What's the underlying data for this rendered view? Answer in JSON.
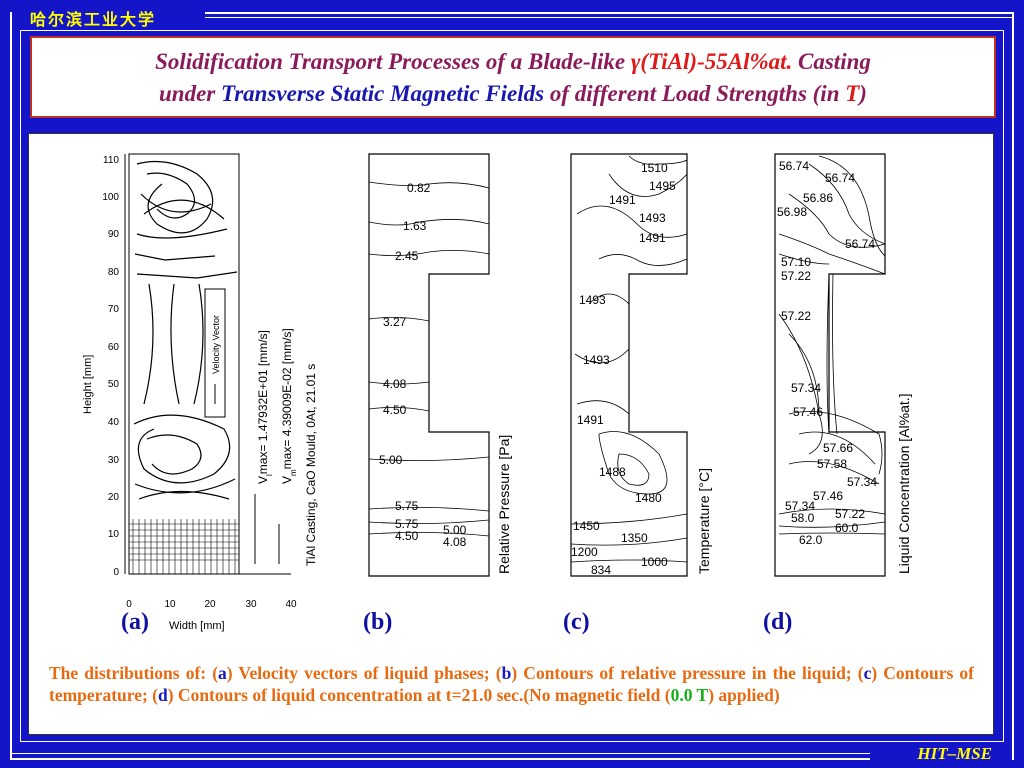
{
  "header": {
    "logo": "哈尔滨工业大学"
  },
  "title": {
    "line1_a": "Solidification Transport Processes of a Blade-like ",
    "line1_b": "γ(TiAl)-55Al%at.",
    "line1_c": " Casting",
    "line2_a": "under  ",
    "line2_b": "Transverse Static Magnetic Fields",
    "line2_c": " of different Load Strengths (in ",
    "line2_d": "T",
    "line2_e": ")"
  },
  "panels": {
    "a": {
      "label": "(a)",
      "y_axis_label": "Height  [mm]",
      "x_axis_label": "Width  [mm]",
      "y_ticks": [
        "0",
        "10",
        "20",
        "30",
        "40",
        "50",
        "60",
        "70",
        "80",
        "90",
        "100",
        "110"
      ],
      "x_ticks": [
        "0",
        "10",
        "20",
        "30",
        "40"
      ],
      "legend_box": "Velocity Vector",
      "vmax1": "V",
      "vmax1_sub": "l",
      "vmax1_val": "max=  1.47932E+01  [mm/s]",
      "vmax2": "V",
      "vmax2_sub": "m",
      "vmax2_val": "max=  4.39009E-02  [mm/s]",
      "casting_info": "TiAl Casting, CaO Mould, 0At, 21.01 s"
    },
    "b": {
      "label": "(b)",
      "axis_title": "Relative Pressure  [Pa]",
      "contour_labels": [
        "0.82",
        "1.63",
        "2.45",
        "3.27",
        "4.08",
        "4.50",
        "5.00",
        "5.75",
        "5.75",
        "4.50",
        "5.00",
        "4.08"
      ]
    },
    "c": {
      "label": "(c)",
      "axis_title": "Temperature  [°C]",
      "contour_labels": [
        "1510",
        "1495",
        "1491",
        "1493",
        "1491",
        "1493",
        "1493",
        "1491",
        "1488",
        "1480",
        "1450",
        "1350",
        "1200",
        "1000",
        "834"
      ]
    },
    "d": {
      "label": "(d)",
      "axis_title": "Liquid Concentration  [Al%at.]",
      "contour_labels": [
        "56.74",
        "56.74",
        "56.86",
        "56.98",
        "56.74",
        "57.10",
        "57.22",
        "57.22",
        "57.34",
        "57.46",
        "57.66",
        "57.58",
        "57.34",
        "57.46",
        "57.34",
        "58.0",
        "57.22",
        "60.0",
        "62.0"
      ]
    }
  },
  "caption": {
    "p1": "The distributions of: (",
    "a": "a",
    "p2": ") Velocity vectors of liquid phases; (",
    "b": "b",
    "p3": ") Contours of relative pressure in the liquid; (",
    "c": "c",
    "p4": ") Contours of temperature; (",
    "d": "d",
    "p5": ") Contours of liquid concentration at t=21.0 sec",
    "p6": ".(No magnetic field (",
    "field": "0.0 T",
    "p7": ") applied)"
  },
  "footer": {
    "text": "HIT–MSE"
  },
  "colors": {
    "background": "#1414c8",
    "logo": "#ffff00",
    "caption": "#e86a10",
    "title": "#8a1a5a"
  }
}
